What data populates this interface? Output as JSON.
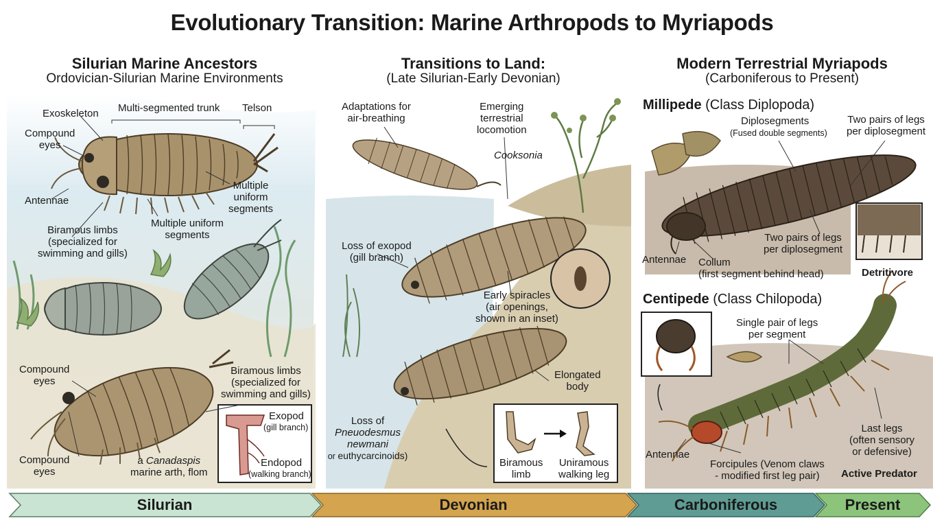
{
  "title": "Evolutionary Transition: Marine Arthropods to Myriapods",
  "columns": [
    {
      "title": "Silurian Marine Ancestors",
      "subtitle": "Ordovician-Silurian Marine Environments"
    },
    {
      "title": "Transitions to Land:",
      "subtitle": "(Late Silurian-Early Devonian)"
    },
    {
      "title": "Modern Terrestrial Myriapods",
      "subtitle": "(Carboniferous to Present)"
    }
  ],
  "marine": {
    "exoskeleton": "Exoskeleton",
    "trunk": "Multi-segmented trunk",
    "telson": "Telson",
    "compound_eyes_1": [
      "Compound",
      "eyes"
    ],
    "antennae": "Antennae",
    "multiple_uniform_right": [
      "Multiple",
      "uniform",
      "segments"
    ],
    "multiple_uniform_mid": [
      "Multiple uniform",
      "segments"
    ],
    "biramous_1": [
      "Biramous limbs",
      "(specialized for",
      "swimming and gills)"
    ],
    "compound_eyes_2": [
      "Compound",
      "eyes"
    ],
    "compound_eyes_3": [
      "Compound",
      "eyes"
    ],
    "biramous_2": [
      "Biramous limbs",
      "(specialized for",
      "swimming and gills)"
    ],
    "exopod": "Exopod",
    "exopod_sub": "(gill branch)",
    "endopod": "Endopod",
    "endopod_sub": "(walking branch)",
    "canadaspis_pre": "a ",
    "canadaspis_it": "Canadaspis",
    "canadaspis_line2": "marine arth, flom"
  },
  "transition": {
    "air": [
      "Adaptations for",
      "air-breathing"
    ],
    "emerging": [
      "Emerging",
      "terrestrial",
      "locomotion"
    ],
    "cooksonia": "Cooksonia",
    "loss_exopod": [
      "Loss of exopod",
      "(gill branch)"
    ],
    "spiracles": [
      "Early spiracles",
      "(air openings,",
      "shown in an inset)"
    ],
    "elongated": [
      "Elongated",
      "body"
    ],
    "loss_of": "Loss of",
    "pneu_1": "Pneuodesmus",
    "pneu_2": "newmani",
    "pneu_3a": "or ",
    "pneu_3b": "euthycarcinoids)",
    "biramous_limb": [
      "Biramous",
      "limb"
    ],
    "uniramous_leg": [
      "Uniramous",
      "walking leg"
    ]
  },
  "millipede": {
    "heading_bold": "Millipede",
    "heading_rest": " (Class Diplopoda)",
    "diplosegments": "Diplosegments",
    "diplosegments_sub": "(Fused double segments)",
    "two_pairs_top": [
      "Two pairs of legs",
      "per diplosegment"
    ],
    "two_pairs_mid": [
      "Two pairs of legs",
      "per diplosegment"
    ],
    "antennae": "Antennae",
    "collum": "Collum",
    "collum_sub": "(first segment behind head)",
    "detritivore": "Detritivore"
  },
  "centipede": {
    "heading_bold": "Centipede",
    "heading_rest": " (Class Chilopoda)",
    "single_pair": [
      "Single pair of legs",
      "per segment"
    ],
    "antennae": "Antennae",
    "forcipules": [
      "Forcipules (Venom claws",
      "- modified first leg pair)"
    ],
    "last_legs": [
      "Last legs",
      "(often sensory",
      "or defensive)"
    ],
    "active_predator": "Active Predator"
  },
  "timeline": [
    "Silurian",
    "Devonian",
    "Carboniferous",
    "Present"
  ],
  "colors": {
    "silurian": "#c9e4d2",
    "devonian": "#d4a44e",
    "carboniferous": "#5e9c94",
    "present": "#8cc47c",
    "body_tan": "#a8926c",
    "water": "#cfe3ec"
  }
}
